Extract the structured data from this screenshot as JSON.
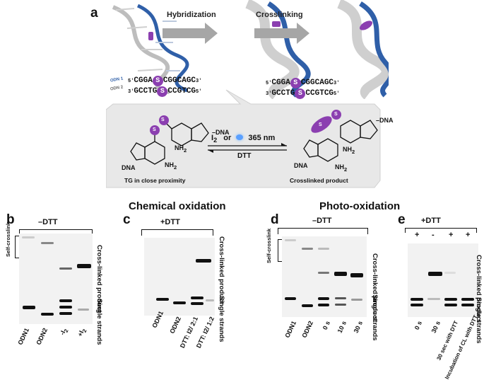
{
  "panel_a": {
    "letter": "a",
    "hybridization_label": "Hybridization",
    "crosslinking_label": "Crosslinking",
    "odn1_label": "ODN 1",
    "odn2_label": "ODN 2",
    "odn1_prefix": "5'",
    "odn1_seq_left": "CGGA",
    "odn1_seq_right": "CGGCAGC",
    "odn1_suffix": "3'",
    "odn2_prefix": "3'",
    "odn2_seq_left": "GCCTG",
    "odn2_seq_right": "CCGTCG",
    "odn2_suffix": "5'",
    "thio_letter": "S",
    "colors": {
      "thio": "#8b3fb0",
      "arrow": "#9a9a9a",
      "box": "#e9e9e9",
      "helix_blue": "#2f5fa8"
    }
  },
  "chemistry": {
    "reagent_top": "I",
    "reagent_sub": "2",
    "reagent_or": "or",
    "reagent_light": "365 nm",
    "reagent_bottom": "DTT",
    "dna_label": "DNA",
    "nh2": "NH",
    "nh2_sub": "2",
    "left_caption": "TG in close proximity",
    "right_caption": "Crosslinked product"
  },
  "titles": {
    "chemical": "Chemical oxidation",
    "photo": "Photo-oxidation"
  },
  "panel_b": {
    "letter": "b",
    "condition": "–DTT",
    "self_crosslink": "Self-crosslink",
    "lanes": [
      "ODN1",
      "ODN2",
      "-I",
      "+I"
    ],
    "lane_subs": [
      "",
      "",
      "2",
      "2"
    ],
    "cross_label": "Cross-linked product",
    "single_label": "Single strands"
  },
  "panel_c": {
    "letter": "c",
    "condition": "+DTT",
    "lanes": [
      "ODN1",
      "ODN2",
      "DTT: I2/ 2:1",
      "DTT: I2/ 1:2"
    ],
    "cross_label": "Cross-linked product",
    "single_label": "Single strands"
  },
  "panel_d": {
    "letter": "d",
    "condition": "–DTT",
    "self_crosslink": "Self-crosslink",
    "lanes": [
      "ODN1",
      "ODN2",
      "0 s",
      "10 s",
      "30 s"
    ],
    "cross_label": "Cross-linked product",
    "single_label": "Single strands"
  },
  "panel_e": {
    "letter": "e",
    "condition": "+DTT",
    "signs": [
      "+",
      "-",
      "+",
      "+"
    ],
    "lanes": [
      "0 s",
      "30 s",
      "30 sec with DTT",
      "Incubation of CL with DTT"
    ],
    "cross_label": "Cross-linked product",
    "single_label": "Single strands"
  }
}
